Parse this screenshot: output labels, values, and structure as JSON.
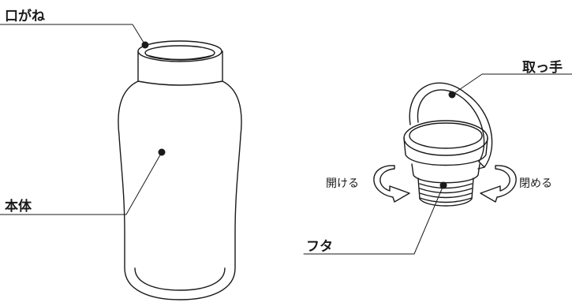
{
  "labels": {
    "mouth_rim": "口がね",
    "body": "本体",
    "handle": "取っ手",
    "lid": "フタ",
    "open": "開ける",
    "close": "閉める"
  },
  "colors": {
    "line": "#1a1a1a",
    "background": "#ffffff"
  }
}
